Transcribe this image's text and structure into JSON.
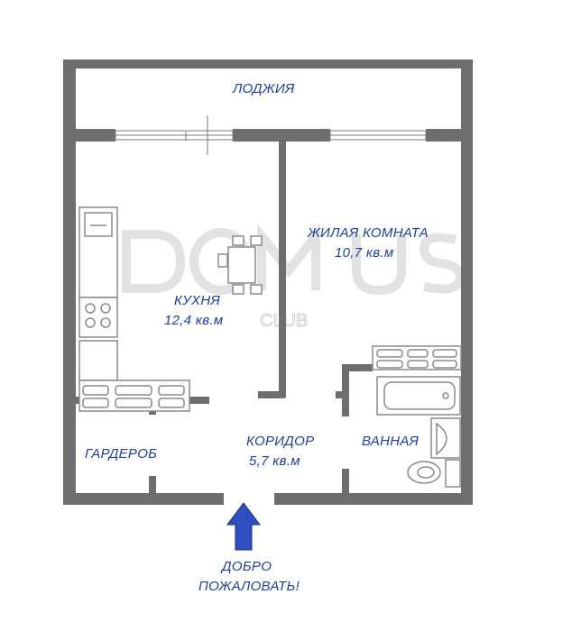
{
  "watermark": {
    "text": "DOMUS",
    "sub": "CLUB",
    "color": "#d0d0d0"
  },
  "colors": {
    "wall": "#6e6e6e",
    "text": "#1f3e9e",
    "arrow": "#2f4ec0",
    "fixture": "#8a8a8a"
  },
  "rooms": {
    "loggia": {
      "name": "ЛОДЖИЯ"
    },
    "living": {
      "name": "ЖИЛАЯ КОМНАТА",
      "area": "10,7 кв.м"
    },
    "kitchen": {
      "name": "КУХНЯ",
      "area": "12,4 кв.м"
    },
    "corridor": {
      "name": "КОРИДОР",
      "area": "5,7 кв.м"
    },
    "wardrobe": {
      "name": "ГАРДЕРОБ"
    },
    "bathroom": {
      "name": "ВАННАЯ"
    }
  },
  "entrance": {
    "line1": "ДОБРО",
    "line2": "ПОЖАЛОВАТЬ!"
  }
}
